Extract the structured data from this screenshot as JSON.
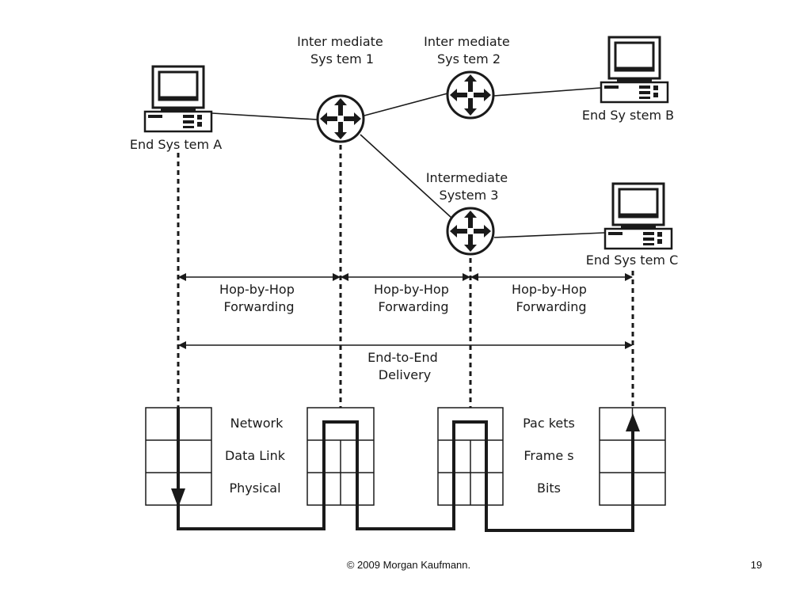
{
  "diagram": {
    "nodes": {
      "end_system_a": "End Sys tem A",
      "end_system_b": "End Sy stem B",
      "end_system_c": "End Sys tem C",
      "intermediate_1": [
        "Inter mediate",
        "Sys tem 1"
      ],
      "intermediate_2": [
        "Inter mediate",
        "Sys tem 2"
      ],
      "intermediate_3": [
        "Intermediate",
        "System 3"
      ]
    },
    "spans": {
      "hop_1": [
        "Hop-by-Hop",
        "Forwarding"
      ],
      "hop_2": [
        "Hop-by-Hop",
        "Forwarding"
      ],
      "hop_3": [
        "Hop-by-Hop",
        "Forwarding"
      ],
      "end_to_end": [
        "End-to-End",
        "Delivery"
      ]
    },
    "layers": {
      "names": [
        "Network",
        "Data Link",
        "Physical"
      ],
      "units": [
        "Pac kets",
        "Frame s",
        "Bits"
      ]
    }
  },
  "footer": {
    "copyright": "© 2009 Morgan Kaufmann.",
    "page_number": "19"
  }
}
